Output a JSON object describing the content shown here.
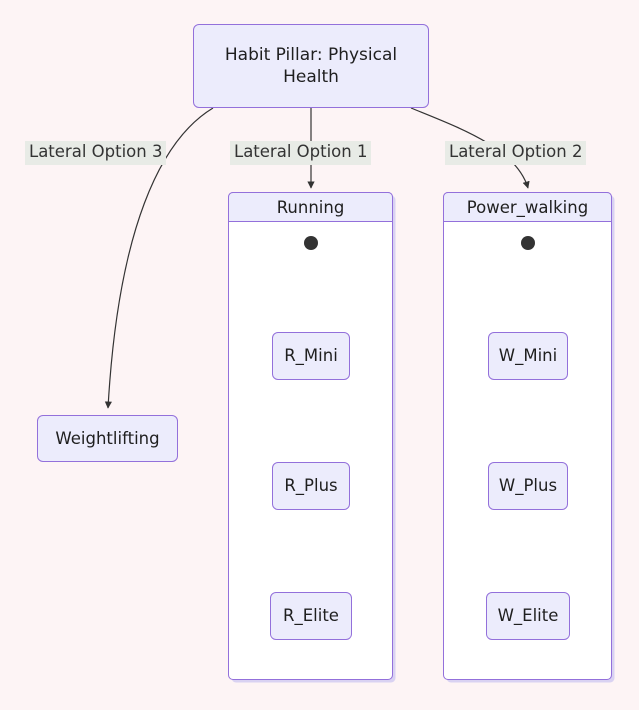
{
  "diagram": {
    "type": "flowchart-state-diagram",
    "background_color": "#fdf4f5",
    "node_fill": "#ececfc",
    "node_border": "#9370db",
    "edge_label_bg": "#e8ebe6",
    "edge_color": "#333333",
    "root": {
      "id": "root",
      "label": "Habit Pillar: Physical Health"
    },
    "standalone_nodes": [
      {
        "id": "weightlifting",
        "label": "Weightlifting"
      }
    ],
    "edges": [
      {
        "from": "root",
        "to": "weightlifting",
        "label": "Lateral Option 3"
      },
      {
        "from": "root",
        "to": "running",
        "label": "Lateral Option 1"
      },
      {
        "from": "root",
        "to": "power_walking",
        "label": "Lateral Option 2"
      }
    ],
    "clusters": [
      {
        "id": "running",
        "title": "Running",
        "start_state": "start-dot",
        "states": [
          {
            "id": "r_mini",
            "label": "R_Mini"
          },
          {
            "id": "r_plus",
            "label": "R_Plus"
          },
          {
            "id": "r_elite",
            "label": "R_Elite"
          }
        ],
        "transitions": [
          {
            "from": "start",
            "to": "r_mini"
          },
          {
            "from": "r_mini",
            "to": "r_plus"
          },
          {
            "from": "r_plus",
            "to": "r_elite"
          }
        ]
      },
      {
        "id": "power_walking",
        "title": "Power_walking",
        "start_state": "start-dot",
        "states": [
          {
            "id": "w_mini",
            "label": "W_Mini"
          },
          {
            "id": "w_plus",
            "label": "W_Plus"
          },
          {
            "id": "w_elite",
            "label": "W_Elite"
          }
        ],
        "transitions": [
          {
            "from": "start",
            "to": "w_mini"
          },
          {
            "from": "w_mini",
            "to": "w_plus"
          },
          {
            "from": "w_plus",
            "to": "w_elite"
          }
        ]
      }
    ]
  }
}
